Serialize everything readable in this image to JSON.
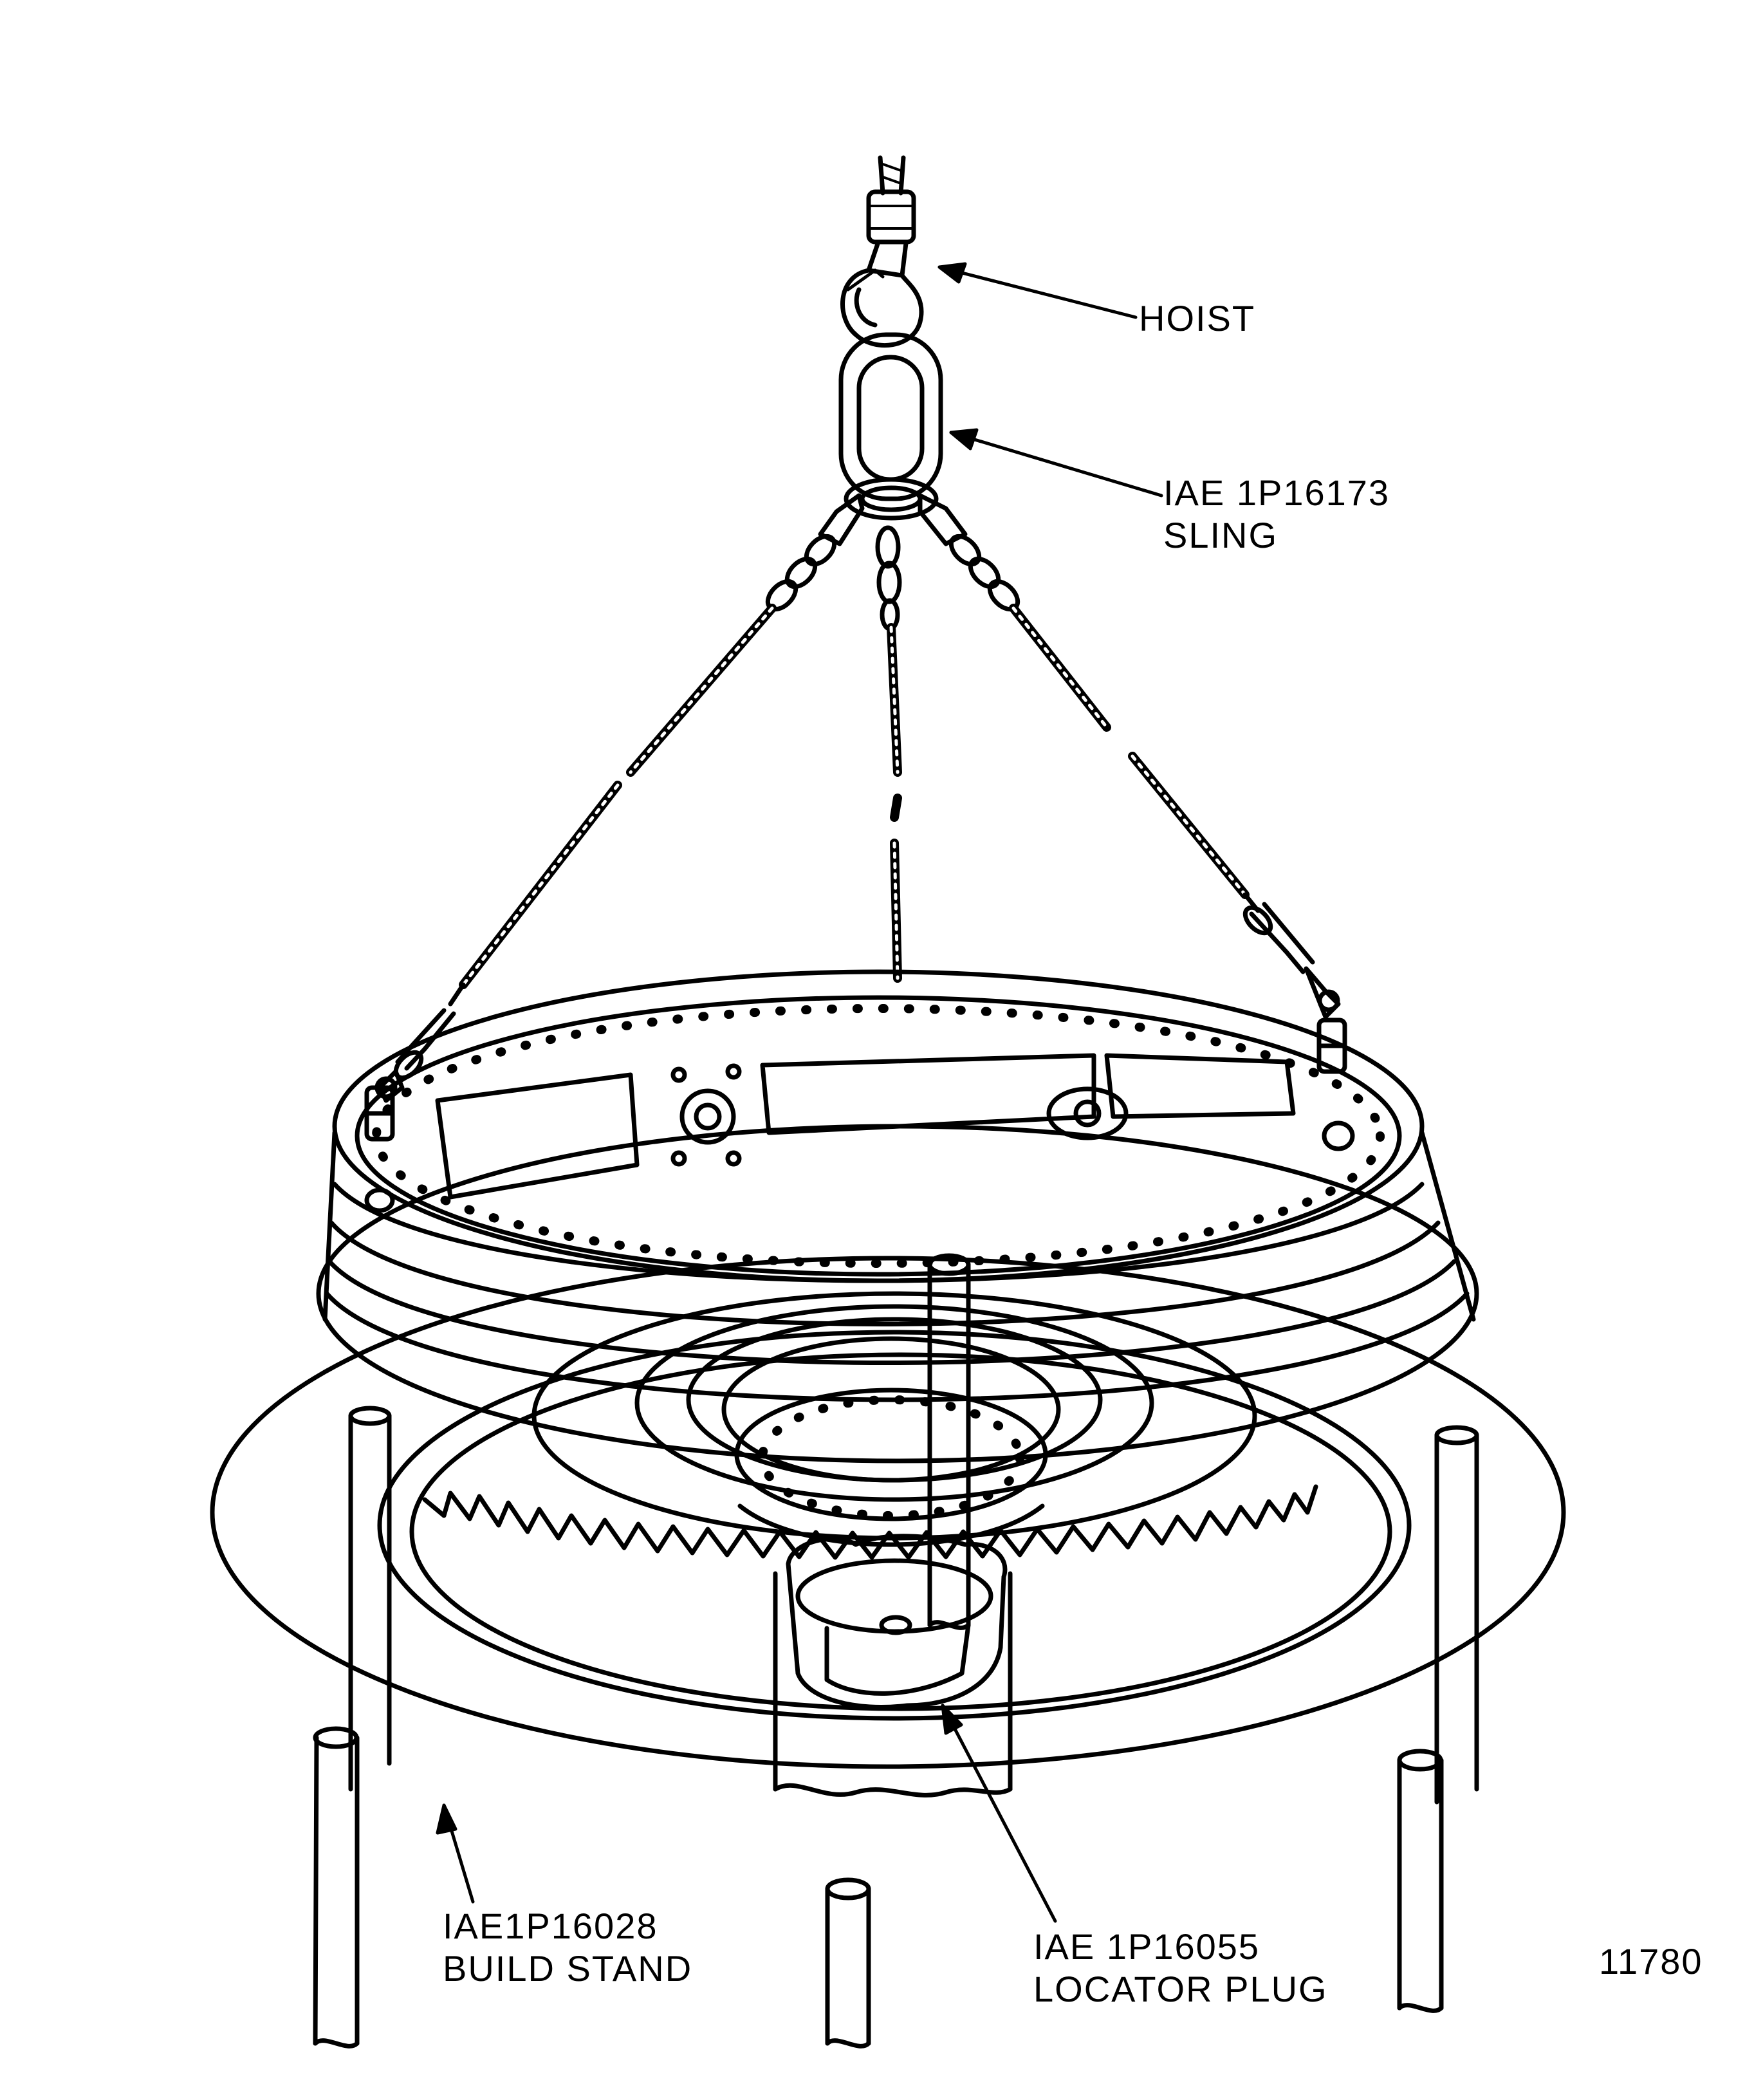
{
  "callouts": {
    "hoist": "HOIST",
    "sling_part": "IAE 1P16173",
    "sling_name": "SLING",
    "stand_part": "IAE1P16028",
    "stand_name": "BUILD STAND",
    "plug_part": "IAE 1P16055",
    "plug_name": "LOCATOR PLUG"
  },
  "figure_number": "11780",
  "colors": {
    "ink": "#000000",
    "paper": "#ffffff"
  }
}
